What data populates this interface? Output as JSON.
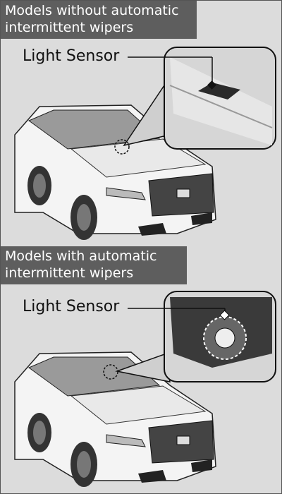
{
  "sections": [
    {
      "heading": "Models without automatic intermittent wipers",
      "callout_label": "Light Sensor"
    },
    {
      "heading": "Models with automatic intermittent wipers",
      "callout_label": "Light Sensor"
    }
  ]
}
